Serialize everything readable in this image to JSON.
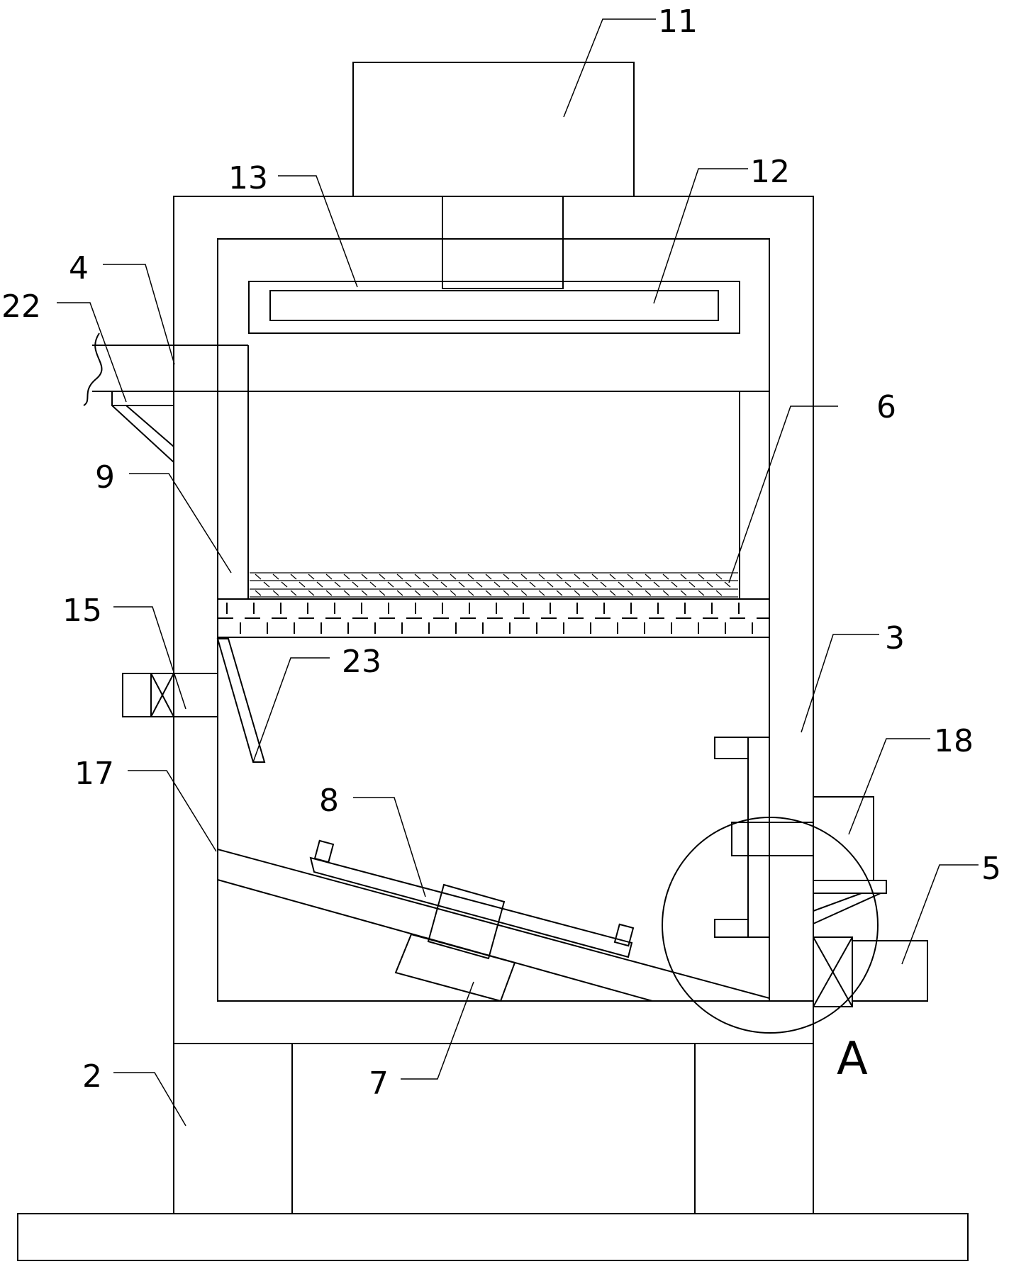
{
  "labels": {
    "l11": "11",
    "l12": "12",
    "l13": "13",
    "l4": "4",
    "l22": "22",
    "l9": "9",
    "l6": "6",
    "l15": "15",
    "l23": "23",
    "l3": "3",
    "l18": "18",
    "l17": "17",
    "l8": "8",
    "l5": "5",
    "l7": "7",
    "l2": "2",
    "lA": "A"
  }
}
